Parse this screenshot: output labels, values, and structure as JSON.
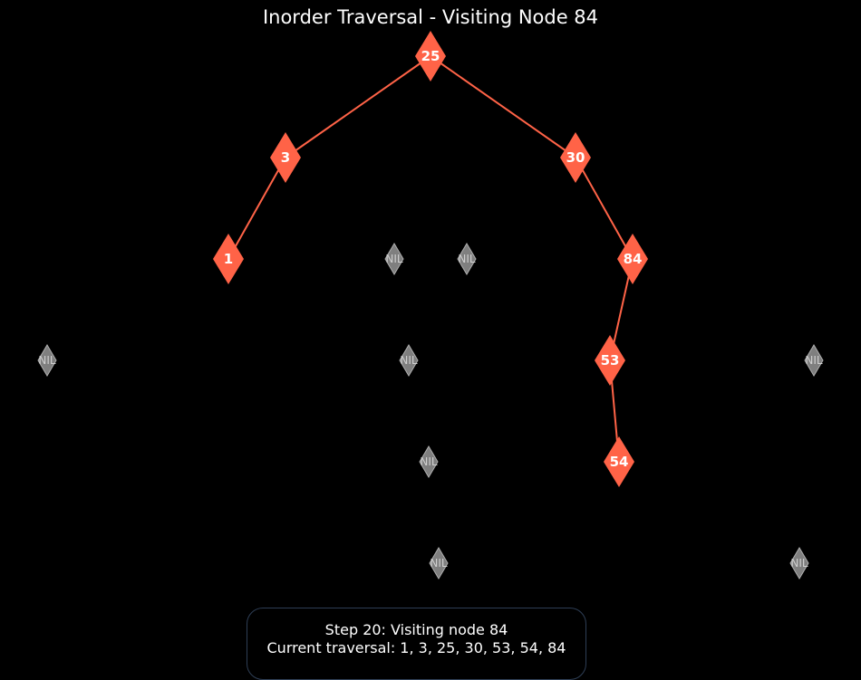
{
  "title": "Inorder Traversal - Visiting Node 84",
  "colors": {
    "visited": "#ff6347",
    "edge": "#ff6347",
    "nil_fill": "#7f7f7f",
    "nil_stroke": "#b0b0b0",
    "background": "#000000"
  },
  "nodes": [
    {
      "id": "n25",
      "label": "25"
    },
    {
      "id": "n3",
      "label": "3"
    },
    {
      "id": "n30",
      "label": "30"
    },
    {
      "id": "n1",
      "label": "1"
    },
    {
      "id": "n84",
      "label": "84"
    },
    {
      "id": "n53",
      "label": "53"
    },
    {
      "id": "n54",
      "label": "54"
    }
  ],
  "nil_nodes": [
    {
      "id": "nil-a",
      "label": "NIL"
    },
    {
      "id": "nil-b",
      "label": "NIL"
    },
    {
      "id": "nil-c",
      "label": "NIL"
    },
    {
      "id": "nil-d",
      "label": "NIL"
    },
    {
      "id": "nil-e",
      "label": "NIL"
    },
    {
      "id": "nil-f",
      "label": "NIL"
    },
    {
      "id": "nil-g",
      "label": "NIL"
    },
    {
      "id": "nil-h",
      "label": "NIL"
    },
    {
      "id": "nil-i",
      "label": "NIL"
    }
  ],
  "edges": [
    {
      "from": "n25",
      "to": "n3"
    },
    {
      "from": "n25",
      "to": "n30"
    },
    {
      "from": "n3",
      "to": "n1"
    },
    {
      "from": "n30",
      "to": "n84"
    },
    {
      "from": "n84",
      "to": "n53"
    },
    {
      "from": "n53",
      "to": "n54"
    }
  ],
  "status": {
    "step_line": "Step 20: Visiting node 84",
    "traversal_line": "Current traversal: 1, 3, 25, 30, 53, 54, 84"
  }
}
